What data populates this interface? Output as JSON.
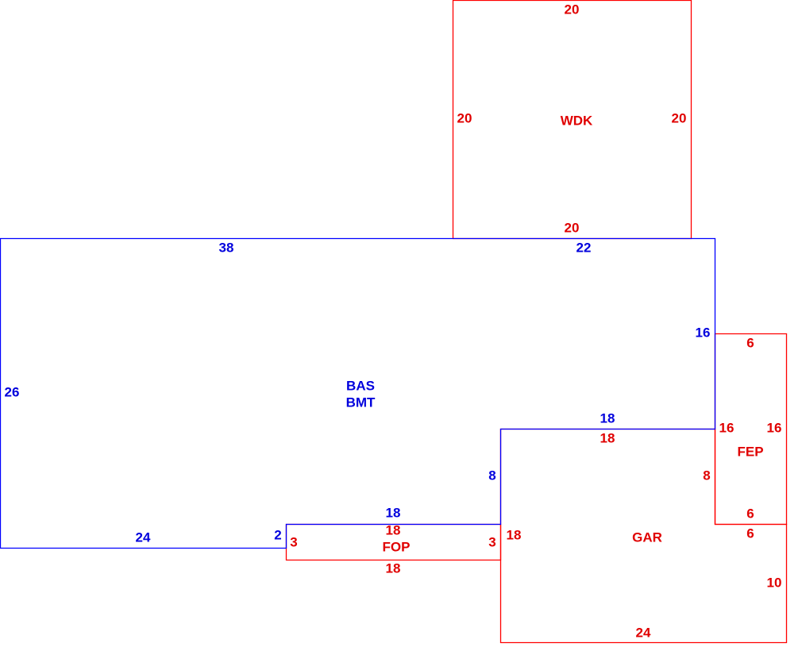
{
  "colors": {
    "main_area": "#0000ff",
    "additions": "#ff0000"
  },
  "areas": {
    "bas": {
      "code": "BAS",
      "code2": "BMT",
      "dims": {
        "top_left": "38",
        "top_right": "22",
        "right": "16",
        "notch_top": "18",
        "notch_side": "8",
        "step_top": "18",
        "step_side": "2",
        "bottom": "24",
        "left": "26"
      }
    },
    "wdk": {
      "code": "WDK",
      "dims": {
        "top": "20",
        "left": "20",
        "right": "20",
        "bottom": "20"
      }
    },
    "fep": {
      "code": "FEP",
      "dims": {
        "top": "6",
        "left": "16",
        "right": "16",
        "bottom": "6"
      }
    },
    "gar": {
      "code": "GAR",
      "dims": {
        "top": "18",
        "left": "18",
        "notch_side": "8",
        "notch_bottom": "6",
        "right": "10",
        "bottom": "24"
      }
    },
    "fop": {
      "code": "FOP",
      "dims": {
        "top": "18",
        "bottom": "18",
        "left": "3",
        "right": "3"
      }
    }
  }
}
